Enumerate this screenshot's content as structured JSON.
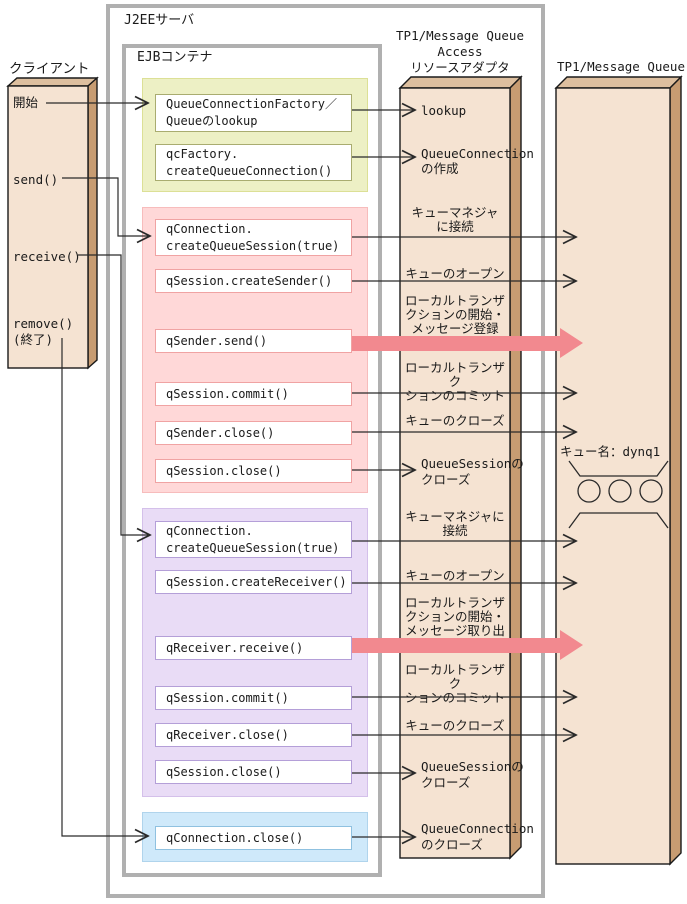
{
  "client": {
    "label": "クライアント",
    "steps": {
      "start": "開始",
      "send": "send()",
      "receive": "receive()",
      "remove": "remove()",
      "remove_note": "(終了)"
    }
  },
  "j2ee": {
    "label": "J2EEサーバ"
  },
  "ejb": {
    "label": "EJBコンテナ",
    "lookup_group": {
      "factory_lookup": "QueueConnectionFactory／\nQueueのlookup",
      "create_connection": "qcFactory.\ncreateQueueConnection()"
    },
    "send_group": {
      "create_session": "qConnection.\ncreateQueueSession(true)",
      "create_sender": "qSession.createSender()",
      "send": "qSender.send()",
      "commit": "qSession.commit()",
      "close_sender": "qSender.close()",
      "close_session": "qSession.close()"
    },
    "receive_group": {
      "create_session": "qConnection.\ncreateQueueSession(true)",
      "create_receiver": "qSession.createReceiver()",
      "receive": "qReceiver.receive()",
      "commit": "qSession.commit()",
      "close_receiver": "qReceiver.close()",
      "close_session": "qSession.close()"
    },
    "close_group": {
      "close_connection": "qConnection.close()"
    }
  },
  "adapter": {
    "label": "TP1/Message Queue\nAccess\nリソースアダプタ",
    "steps": {
      "lookup": "lookup",
      "create_connection": "QueueConnection\nの作成",
      "connect_qmgr_send": "キューマネジャ\nに接続",
      "open_queue_send": "キューのオープン",
      "tx_start_put": "ローカルトランザ\nクションの開始・\nメッセージ登録",
      "tx_commit_send": "ローカルトランザク\nションのコミット",
      "close_queue_send": "キューのクローズ",
      "close_session_send": "QueueSessionの\nクローズ",
      "connect_qmgr_recv": "キューマネジャに\n接続",
      "open_queue_recv": "キューのオープン",
      "tx_start_get": "ローカルトランザ\nクションの開始・\nメッセージ取り出し",
      "tx_commit_recv": "ローカルトランザク\nションのコミット",
      "close_queue_recv": "キューのクローズ",
      "close_session_recv": "QueueSessionの\nクローズ",
      "close_connection": "QueueConnection\nのクローズ"
    }
  },
  "mq": {
    "label": "TP1/Message Queue",
    "queue_name": "キュー名：dynq1"
  },
  "colors": {
    "box_front": "#f5e3d2",
    "box_top": "#ddbf9f",
    "box_side": "#c79c72",
    "container_border": "#b0b0b0",
    "section_lookup": "#edf0c5",
    "section_send": "#ffd8d8",
    "section_receive": "#e9dcf6",
    "section_close": "#cfe9fa",
    "thick_arrow": "#f2898f",
    "thin_arrow": "#2a2a2a"
  }
}
